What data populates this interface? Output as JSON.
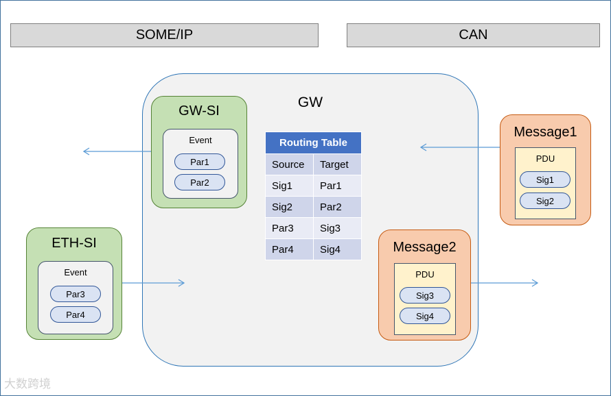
{
  "headers": {
    "left": "SOME/IP",
    "right": "CAN"
  },
  "gateway": {
    "title": "GW"
  },
  "gw_si": {
    "title": "GW-SI",
    "event_label": "Event",
    "params": [
      "Par1",
      "Par2"
    ]
  },
  "eth_si": {
    "title": "ETH-SI",
    "event_label": "Event",
    "params": [
      "Par3",
      "Par4"
    ]
  },
  "message1": {
    "title": "Message1",
    "pdu_label": "PDU",
    "signals": [
      "Sig1",
      "Sig2"
    ]
  },
  "message2": {
    "title": "Message2",
    "pdu_label": "PDU",
    "signals": [
      "Sig3",
      "Sig4"
    ]
  },
  "routing_table": {
    "title": "Routing Table",
    "columns": [
      "Source",
      "Target"
    ],
    "rows": [
      [
        "Sig1",
        "Par1"
      ],
      [
        "Sig2",
        "Par2"
      ],
      [
        "Par3",
        "Sig3"
      ],
      [
        "Par4",
        "Sig4"
      ]
    ]
  },
  "colors": {
    "frame_border": "#41719c",
    "header_fill": "#d9d9d9",
    "gateway_fill": "#f2f2f2",
    "service_fill": "#c5e0b4",
    "message_fill": "#f8cbad",
    "pdu_fill": "#fff2cc",
    "pill_fill": "#dae3f3",
    "table_header": "#4472c4",
    "arrow": "#5b9bd5"
  },
  "watermark": "大数跨境"
}
